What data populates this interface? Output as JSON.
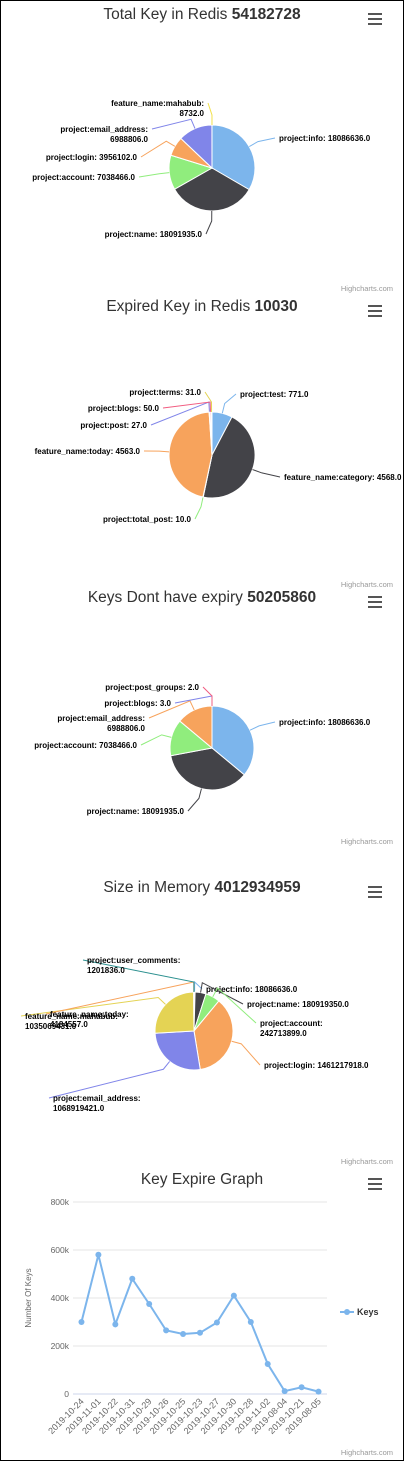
{
  "chart_data": [
    {
      "type": "pie",
      "title": "Total Key in Redis",
      "title_value": "54182728",
      "slices": [
        {
          "name": "project:info",
          "value": "18086636.0",
          "v": 18086636,
          "color": "#7cb5ec"
        },
        {
          "name": "project:name",
          "value": "18091935.0",
          "v": 18091935,
          "color": "#434348"
        },
        {
          "name": "project:account",
          "value": "7038466.0",
          "v": 7038466,
          "color": "#90ed7d"
        },
        {
          "name": "project:login",
          "value": "3956102.0",
          "v": 3956102,
          "color": "#f7a35c"
        },
        {
          "name": "project:email_address",
          "value": "6988806.0",
          "v": 6988806,
          "color": "#8085e9"
        },
        {
          "name": "feature_name:mahabub",
          "value": "8732.0",
          "v": 8732,
          "color": "#f1e04a"
        }
      ]
    },
    {
      "type": "pie",
      "title": "Expired Key in Redis",
      "title_value": "10030",
      "slices": [
        {
          "name": "project:test",
          "value": "771.0",
          "v": 771,
          "color": "#7cb5ec"
        },
        {
          "name": "feature_name:category",
          "value": "4568.0",
          "v": 4568,
          "color": "#434348"
        },
        {
          "name": "project:total_post",
          "value": "10.0",
          "v": 10,
          "color": "#90ed7d"
        },
        {
          "name": "feature_name:today",
          "value": "4563.0",
          "v": 4563,
          "color": "#f7a35c"
        },
        {
          "name": "project:post",
          "value": "27.0",
          "v": 27,
          "color": "#8085e9"
        },
        {
          "name": "project:blogs",
          "value": "50.0",
          "v": 50,
          "color": "#f15c80"
        },
        {
          "name": "project:terms",
          "value": "31.0",
          "v": 31,
          "color": "#e4d354"
        }
      ]
    },
    {
      "type": "pie",
      "title": "Keys Dont have expiry",
      "title_value": "50205860",
      "slices": [
        {
          "name": "project:info",
          "value": "18086636.0",
          "v": 18086636,
          "color": "#7cb5ec"
        },
        {
          "name": "project:name",
          "value": "18091935.0",
          "v": 18091935,
          "color": "#434348"
        },
        {
          "name": "project:account",
          "value": "7038466.0",
          "v": 7038466,
          "color": "#90ed7d"
        },
        {
          "name": "project:email_address",
          "value": "6988806.0",
          "v": 6988806,
          "color": "#f7a35c"
        },
        {
          "name": "project:blogs",
          "value": "3.0",
          "v": 3,
          "color": "#8085e9"
        },
        {
          "name": "project:post_groups",
          "value": "2.0",
          "v": 2,
          "color": "#f15c80"
        }
      ]
    },
    {
      "type": "pie",
      "title": "Size in Memory",
      "title_value": "4012934959",
      "slices": [
        {
          "name": "project:info",
          "value": "18086636.0",
          "v": 18086636,
          "color": "#7cb5ec"
        },
        {
          "name": "project:name",
          "value": "180919350.0",
          "v": 180919350,
          "color": "#434348"
        },
        {
          "name": "project:account",
          "value": "242713899.0",
          "v": 242713899,
          "color": "#90ed7d"
        },
        {
          "name": "project:login",
          "value": "1461217918.0",
          "v": 1461217918,
          "color": "#f7a35c"
        },
        {
          "name": "project:email_address",
          "value": "1068919421.0",
          "v": 1068919421,
          "color": "#8085e9"
        },
        {
          "name": "feature_name:mahabub",
          "value": "1035069431.0",
          "v": 1035069431,
          "color": "#e4d354"
        },
        {
          "name": "feature_name:today",
          "value": "4184557.0",
          "v": 4184557,
          "color": "#f7a35c"
        },
        {
          "name": "project:user_comments",
          "value": "1201836.0",
          "v": 1201836,
          "color": "#2b908f"
        }
      ]
    },
    {
      "type": "line",
      "title": "Key Expire Graph",
      "ylabel": "Number Of Keys",
      "ylim": [
        0,
        800000
      ],
      "ytick_labels": [
        "0",
        "200k",
        "400k",
        "600k",
        "800k"
      ],
      "legend": "right",
      "series": [
        {
          "name": "Keys",
          "color": "#7cb5ec",
          "x": [
            "2019-10-24",
            "2019-11-01",
            "2019-10-22",
            "2019-10-31",
            "2019-10-29",
            "2019-10-26",
            "2019-10-25",
            "2019-10-23",
            "2019-10-27",
            "2019-10-30",
            "2019-10-28",
            "2019-11-02",
            "2019-08-04",
            "2019-10-21",
            "2019-08-05"
          ],
          "values": [
            300000,
            580000,
            290000,
            480000,
            375000,
            265000,
            250000,
            255000,
            298000,
            410000,
            300000,
            125000,
            12000,
            28000,
            10000
          ]
        }
      ]
    }
  ],
  "ui": {
    "menu_icon": "hamburger-menu-icon",
    "credit": "Highcharts.com"
  }
}
